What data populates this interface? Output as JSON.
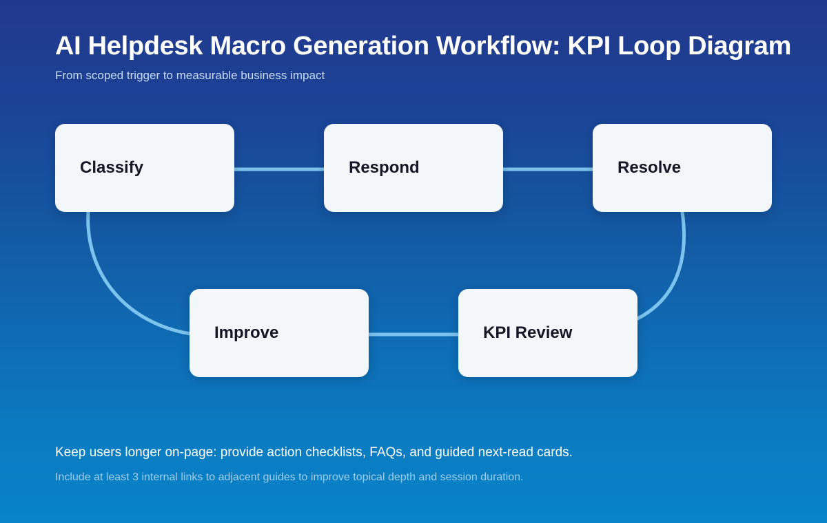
{
  "header": {
    "title": "AI Helpdesk Macro Generation Workflow: KPI Loop Diagram",
    "subtitle": "From scoped trigger to measurable business impact"
  },
  "diagram": {
    "type": "flow-loop",
    "nodes": [
      {
        "id": "classify",
        "label": "Classify"
      },
      {
        "id": "respond",
        "label": "Respond"
      },
      {
        "id": "resolve",
        "label": "Resolve"
      },
      {
        "id": "improve",
        "label": "Improve"
      },
      {
        "id": "kpi-review",
        "label": "KPI Review"
      }
    ],
    "edges": [
      {
        "from": "classify",
        "to": "respond",
        "style": "straight"
      },
      {
        "from": "respond",
        "to": "resolve",
        "style": "straight"
      },
      {
        "from": "resolve",
        "to": "kpi-review",
        "style": "curve"
      },
      {
        "from": "kpi-review",
        "to": "improve",
        "style": "straight"
      },
      {
        "from": "improve",
        "to": "classify",
        "style": "curve"
      }
    ]
  },
  "footer": {
    "primary": "Keep users longer on-page: provide action checklists, FAQs, and guided next-read cards.",
    "secondary": "Include at least 3 internal links to adjacent guides to improve topical depth and session duration."
  },
  "colors": {
    "background_top": "#21398c",
    "background_bottom": "#0883c8",
    "node_fill": "#f4f7fa",
    "node_text": "#131726",
    "connector": "#7cc4ee",
    "subtitle_text": "#c9dcf3",
    "footer_secondary_text": "#9ecdeb"
  }
}
